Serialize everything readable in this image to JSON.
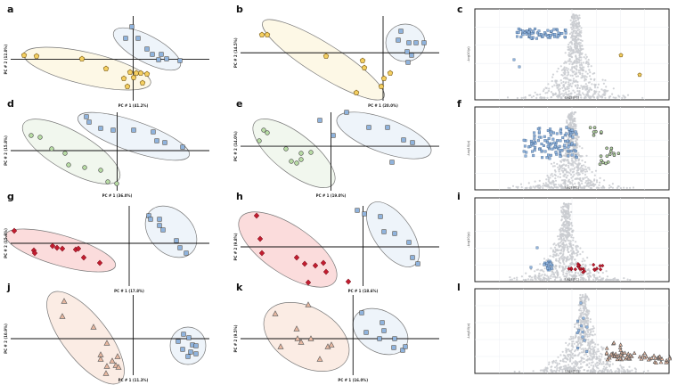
{
  "figure": {
    "panel_labels": [
      "a",
      "b",
      "c",
      "d",
      "e",
      "f",
      "g",
      "h",
      "i",
      "j",
      "k",
      "l"
    ]
  },
  "colors": {
    "yellow_fill": "#f4cf61",
    "yellow_ellipse": "#fdf8e6",
    "green_fill": "#b7dba4",
    "green_ellipse": "#f1f7ee",
    "red_fill": "#c21c2f",
    "red_ellipse": "#fbdcdc",
    "tan_fill": "#e6b7a0",
    "tan_ellipse": "#fbece4",
    "blue_fill": "#8fb3dd",
    "blue_ellipse": "#eef4fa",
    "volcano_grey": "#c9cbd0"
  },
  "chart_data": [
    {
      "id": "a",
      "type": "scatter",
      "xlabel": "PC # 1 (41.2%)",
      "ylabel": "PC # 2 (12.0%)",
      "series": [
        {
          "marker": "pentagon",
          "color": "yellow",
          "points": [
            [
              -0.92,
              0.12
            ],
            [
              -0.85,
              0.08
            ],
            [
              -0.62,
              0.1
            ],
            [
              -0.42,
              0.02
            ],
            [
              -0.2,
              -0.05
            ],
            [
              0.0,
              -0.22
            ],
            [
              0.08,
              -0.35
            ],
            [
              0.12,
              -0.28
            ],
            [
              0.15,
              -0.32
            ],
            [
              0.18,
              -0.22
            ],
            [
              0.22,
              -0.3
            ],
            [
              0.26,
              -0.38
            ]
          ]
        },
        {
          "marker": "square",
          "color": "blue",
          "points": [
            [
              0.05,
              0.82
            ],
            [
              0.1,
              0.62
            ],
            [
              0.14,
              0.52
            ],
            [
              0.22,
              0.42
            ],
            [
              0.25,
              0.28
            ],
            [
              0.33,
              0.22
            ],
            [
              0.42,
              0.1
            ],
            [
              0.44,
              0.02
            ],
            [
              0.5,
              0.04
            ]
          ]
        }
      ]
    },
    {
      "id": "b",
      "type": "scatter",
      "xlabel": "PC # 1 (20.0%)",
      "ylabel": "PC # 2 (14.5%)",
      "series": [
        {
          "marker": "pentagon",
          "color": "yellow",
          "points": [
            [
              -0.96,
              0.52
            ],
            [
              -0.9,
              0.52
            ],
            [
              -0.42,
              0.02
            ],
            [
              -0.15,
              -0.12
            ],
            [
              -0.05,
              -0.22
            ],
            [
              0.05,
              -0.3
            ],
            [
              0.02,
              -0.38
            ],
            [
              0.08,
              -0.45
            ]
          ]
        },
        {
          "marker": "square",
          "color": "blue",
          "points": [
            [
              0.32,
              0.45
            ],
            [
              0.38,
              0.35
            ],
            [
              0.45,
              0.18
            ],
            [
              0.5,
              0.25
            ],
            [
              0.55,
              0.3
            ],
            [
              0.58,
              0.1
            ],
            [
              0.6,
              0.02
            ],
            [
              0.62,
              -0.12
            ]
          ]
        }
      ]
    },
    {
      "id": "c",
      "type": "scatter",
      "xlabel": "Log2(FC)",
      "ylabel": "-Log10(p)",
      "series": [
        {
          "name": "",
          "color": "blue"
        },
        {
          "name": "",
          "color": "yellow"
        }
      ]
    },
    {
      "id": "d",
      "type": "scatter",
      "xlabel": "PC # 1 (36.0%)",
      "ylabel": "PC # 2 (15.8%)",
      "series": [
        {
          "marker": "circle",
          "color": "green",
          "points": [
            [
              -0.95,
              0.12
            ],
            [
              -0.85,
              0.1
            ],
            [
              -0.62,
              0.02
            ],
            [
              -0.5,
              -0.08
            ],
            [
              -0.42,
              -0.22
            ],
            [
              -0.3,
              -0.28
            ],
            [
              -0.1,
              -0.45
            ],
            [
              -0.05,
              -0.52
            ],
            [
              0.02,
              -0.55
            ]
          ]
        },
        {
          "marker": "square",
          "color": "blue",
          "points": [
            [
              -0.22,
              0.42
            ],
            [
              -0.1,
              0.3
            ],
            [
              0.0,
              0.3
            ],
            [
              0.1,
              0.28
            ],
            [
              0.3,
              0.25
            ],
            [
              0.35,
              0.15
            ],
            [
              0.42,
              0.05
            ],
            [
              0.5,
              0.0
            ]
          ]
        }
      ]
    },
    {
      "id": "e",
      "type": "scatter",
      "xlabel": "PC # 1 (19.0%)",
      "ylabel": "PC # 2 (14.0%)",
      "series": [
        {
          "marker": "circle",
          "color": "green",
          "points": [
            [
              -0.95,
              0.18
            ],
            [
              -0.92,
              0.12
            ],
            [
              -0.82,
              0.05
            ],
            [
              -0.7,
              -0.05
            ],
            [
              -0.58,
              -0.12
            ],
            [
              -0.52,
              -0.2
            ],
            [
              -0.45,
              -0.15
            ],
            [
              -0.35,
              -0.22
            ]
          ]
        },
        {
          "marker": "square",
          "color": "blue",
          "points": [
            [
              -0.12,
              0.42
            ],
            [
              -0.05,
              0.35
            ],
            [
              0.05,
              0.28
            ],
            [
              0.2,
              0.25
            ],
            [
              0.35,
              0.18
            ],
            [
              0.45,
              0.05
            ],
            [
              0.55,
              0.0
            ],
            [
              0.4,
              -0.12
            ]
          ]
        }
      ]
    },
    {
      "id": "f",
      "type": "scatter",
      "xlabel": "Log2(FC)",
      "ylabel": "-Log10(p)",
      "series": [
        {
          "name": "",
          "color": "blue"
        },
        {
          "name": "",
          "color": "green"
        }
      ]
    },
    {
      "id": "g",
      "type": "scatter",
      "xlabel": "PC # 1 (17.8%)",
      "ylabel": "PC # 2 (15.8%)",
      "series": [
        {
          "marker": "diamond",
          "color": "red",
          "points": [
            [
              -0.96,
              0.12
            ],
            [
              -0.92,
              0.05
            ],
            [
              -0.75,
              0.02
            ],
            [
              -0.68,
              0.0
            ],
            [
              -0.55,
              -0.02
            ],
            [
              -0.5,
              -0.05
            ],
            [
              -0.42,
              -0.08
            ],
            [
              -0.3,
              -0.15
            ],
            [
              -0.22,
              -0.18
            ],
            [
              -0.62,
              -0.02
            ]
          ]
        },
        {
          "marker": "square",
          "color": "blue",
          "points": [
            [
              0.2,
              0.32
            ],
            [
              0.28,
              0.3
            ],
            [
              0.32,
              0.25
            ],
            [
              0.4,
              0.2
            ],
            [
              0.45,
              0.12
            ],
            [
              0.48,
              0.02
            ],
            [
              0.52,
              -0.02
            ],
            [
              0.55,
              -0.05
            ]
          ]
        }
      ]
    },
    {
      "id": "h",
      "type": "scatter",
      "xlabel": "PC # 1 (18.6%)",
      "ylabel": "PC # 2 (9.8%)",
      "series": [
        {
          "marker": "diamond",
          "color": "red",
          "points": [
            [
              -0.92,
              0.35
            ],
            [
              -0.85,
              0.12
            ],
            [
              -0.8,
              0.05
            ],
            [
              -0.65,
              -0.05
            ],
            [
              -0.55,
              -0.1
            ],
            [
              -0.5,
              -0.15
            ],
            [
              -0.4,
              -0.18
            ],
            [
              -0.35,
              -0.22
            ],
            [
              -0.2,
              -0.3
            ]
          ]
        },
        {
          "marker": "square",
          "color": "blue",
          "points": [
            [
              0.0,
              0.4
            ],
            [
              0.05,
              0.35
            ],
            [
              0.12,
              0.3
            ],
            [
              0.2,
              0.25
            ],
            [
              0.25,
              0.18
            ],
            [
              0.3,
              0.1
            ],
            [
              0.35,
              0.05
            ],
            [
              0.45,
              -0.1
            ]
          ]
        }
      ]
    },
    {
      "id": "i",
      "type": "scatter",
      "xlabel": "Log2(FC)",
      "ylabel": "-Log10(p)",
      "series": [
        {
          "name": "",
          "color": "blue"
        },
        {
          "name": "",
          "color": "red"
        }
      ]
    },
    {
      "id": "j",
      "type": "scatter",
      "xlabel": "PC # 1 (11.3%)",
      "ylabel": "PC # 2 (10.9%)",
      "series": [
        {
          "marker": "triangle",
          "color": "tan",
          "points": [
            [
              -0.8,
              0.6
            ],
            [
              -0.65,
              0.45
            ],
            [
              -0.55,
              0.3
            ],
            [
              -0.45,
              0.18
            ],
            [
              -0.35,
              0.08
            ],
            [
              -0.3,
              -0.05
            ],
            [
              -0.25,
              -0.12
            ],
            [
              -0.2,
              -0.18
            ],
            [
              -0.15,
              -0.22
            ],
            [
              -0.1,
              -0.28
            ],
            [
              -0.08,
              -0.32
            ]
          ]
        },
        {
          "marker": "square",
          "color": "blue",
          "points": [
            [
              0.4,
              0.05
            ],
            [
              0.45,
              0.02
            ],
            [
              0.5,
              0.0
            ],
            [
              0.55,
              -0.03
            ],
            [
              0.6,
              -0.05
            ],
            [
              0.52,
              -0.08
            ],
            [
              0.58,
              -0.1
            ],
            [
              0.62,
              -0.02
            ]
          ]
        }
      ]
    },
    {
      "id": "k",
      "type": "scatter",
      "xlabel": "PC # 1 (16.0%)",
      "ylabel": "PC # 2 (9.5%)",
      "series": [
        {
          "marker": "triangle",
          "color": "tan",
          "points": [
            [
              -0.85,
              0.35
            ],
            [
              -0.7,
              0.3
            ],
            [
              -0.55,
              0.25
            ],
            [
              -0.45,
              0.1
            ],
            [
              -0.3,
              0.08
            ],
            [
              -0.2,
              0.0
            ],
            [
              -0.15,
              -0.1
            ],
            [
              -0.25,
              -0.18
            ],
            [
              -0.5,
              -0.2
            ]
          ]
        },
        {
          "marker": "square",
          "color": "blue",
          "points": [
            [
              0.05,
              0.25
            ],
            [
              0.15,
              0.2
            ],
            [
              0.22,
              0.12
            ],
            [
              0.28,
              0.08
            ],
            [
              0.35,
              0.02
            ],
            [
              0.4,
              -0.05
            ],
            [
              0.45,
              -0.1
            ],
            [
              0.3,
              -0.08
            ]
          ]
        }
      ]
    },
    {
      "id": "l",
      "type": "scatter",
      "xlabel": "Log2(FC)",
      "ylabel": "-Log10(p)",
      "series": [
        {
          "name": "",
          "color": "blue"
        },
        {
          "name": "",
          "color": "tan"
        }
      ]
    }
  ]
}
